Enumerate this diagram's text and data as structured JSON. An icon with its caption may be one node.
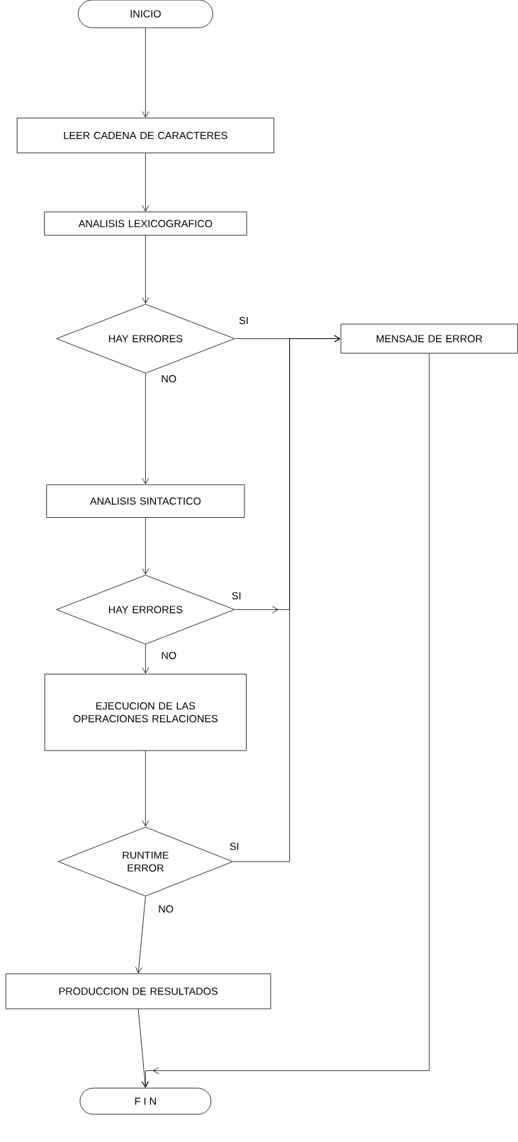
{
  "diagram": {
    "nodes": [
      {
        "text": [
          "INICIO"
        ]
      },
      {
        "text": [
          "LEER CADENA DE CARACTERES"
        ]
      },
      {
        "text": [
          "ANALISIS LEXICOGRAFICO"
        ]
      },
      {
        "text": [
          "HAY ERRORES"
        ]
      },
      {
        "text": [
          "MENSAJE DE ERROR"
        ]
      },
      {
        "text": [
          "ANALISIS SINTACTICO"
        ]
      },
      {
        "text": [
          "HAY ERRORES"
        ]
      },
      {
        "text": [
          "EJECUCION DE LAS OPERACIONES RELACIONES"
        ]
      },
      {
        "text": [
          "RUNTIME ERROR"
        ]
      },
      {
        "text": [
          "PRODUCCION DE RESULTADOS"
        ]
      },
      {
        "text": [
          "F I N"
        ]
      }
    ],
    "edges": [
      {
        "from": 0,
        "to": 1,
        "arrow": "to"
      },
      {
        "from": 1,
        "to": 2,
        "arrow": "to"
      },
      {
        "from": 2,
        "to": 3,
        "arrow": "to"
      },
      {
        "from": 3,
        "to": 4,
        "arrow": "to",
        "label": "SI"
      },
      {
        "from": 3,
        "to": 5,
        "arrow": "to",
        "label": "NO"
      },
      {
        "from": 5,
        "to": 6,
        "arrow": "to"
      },
      {
        "from": 6,
        "to": 4,
        "arrow": "to",
        "label": "SI"
      },
      {
        "from": 6,
        "to": 7,
        "arrow": "to",
        "label": "NO"
      },
      {
        "from": 7,
        "to": 8,
        "arrow": "to"
      },
      {
        "from": 8,
        "to": 4,
        "arrow": "to",
        "label": "SI"
      },
      {
        "from": 8,
        "to": 9,
        "arrow": "to",
        "label": "NO"
      },
      {
        "from": 9,
        "to": 10,
        "arrow": "to"
      },
      {
        "from": 4,
        "to": 10,
        "arrow": "to"
      }
    ]
  }
}
